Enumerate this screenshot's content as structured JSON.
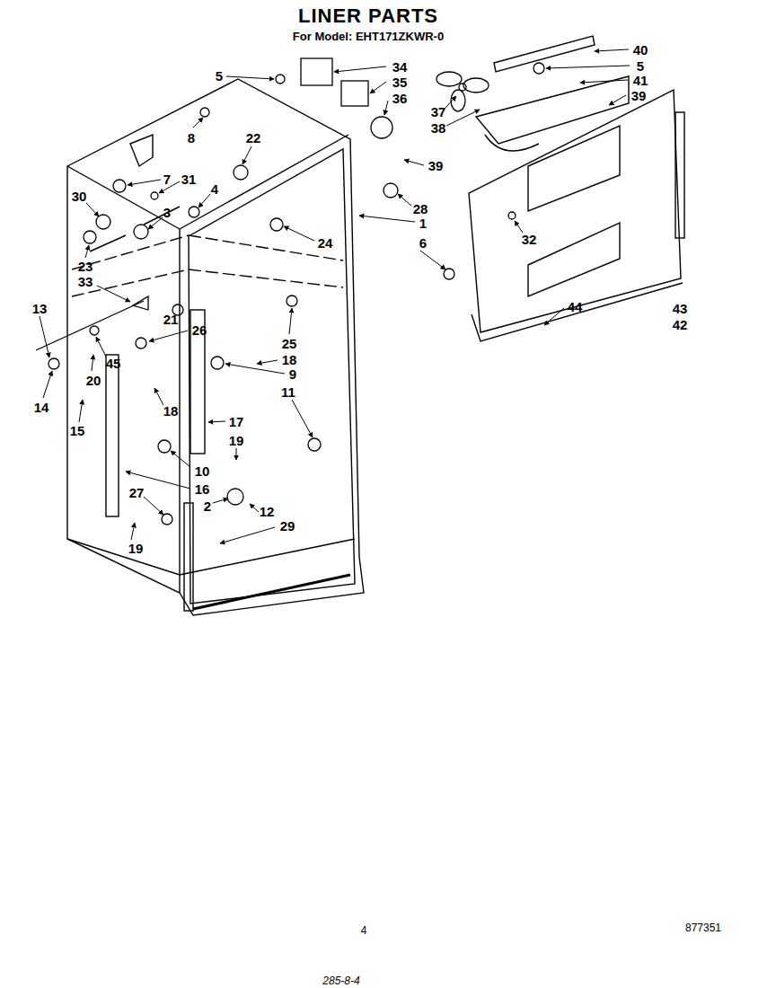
{
  "diagram": {
    "title": "LINER PARTS",
    "labels": [
      "For Model: EHT171ZKWR-0",
      "40",
      "5",
      "41",
      "39",
      "34",
      "35",
      "36",
      "5",
      "37",
      "38",
      "39",
      "8",
      "22",
      "7",
      "31",
      "30",
      "3",
      "4",
      "28",
      "1",
      "6",
      "24",
      "23",
      "33",
      "13",
      "32",
      "44",
      "43",
      "42",
      "21",
      "26",
      "45",
      "25",
      "18",
      "9",
      "11",
      "20",
      "14",
      "15",
      "18",
      "17",
      "19",
      "10",
      "16",
      "2",
      "12",
      "27",
      "29",
      "19",
      "4",
      "877351",
      "285-8-4"
    ]
  }
}
